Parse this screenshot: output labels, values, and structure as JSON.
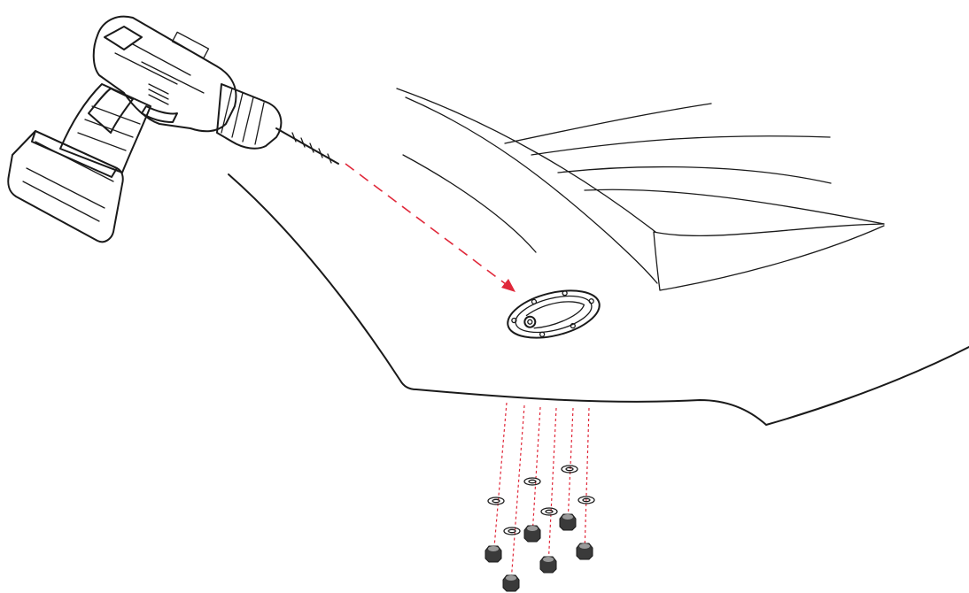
{
  "figure": {
    "type": "installation-illustration",
    "components": [
      "drill-icon",
      "car-hood",
      "hood-pin-plate",
      "washer-icon",
      "nut-icon"
    ],
    "colors": {
      "ink": "#1a1a1a",
      "guide": "#e0283a",
      "drill_body_dark": "#3a3a3a",
      "background": "#ffffff"
    },
    "washer_count": 6,
    "nut_count": 6
  }
}
